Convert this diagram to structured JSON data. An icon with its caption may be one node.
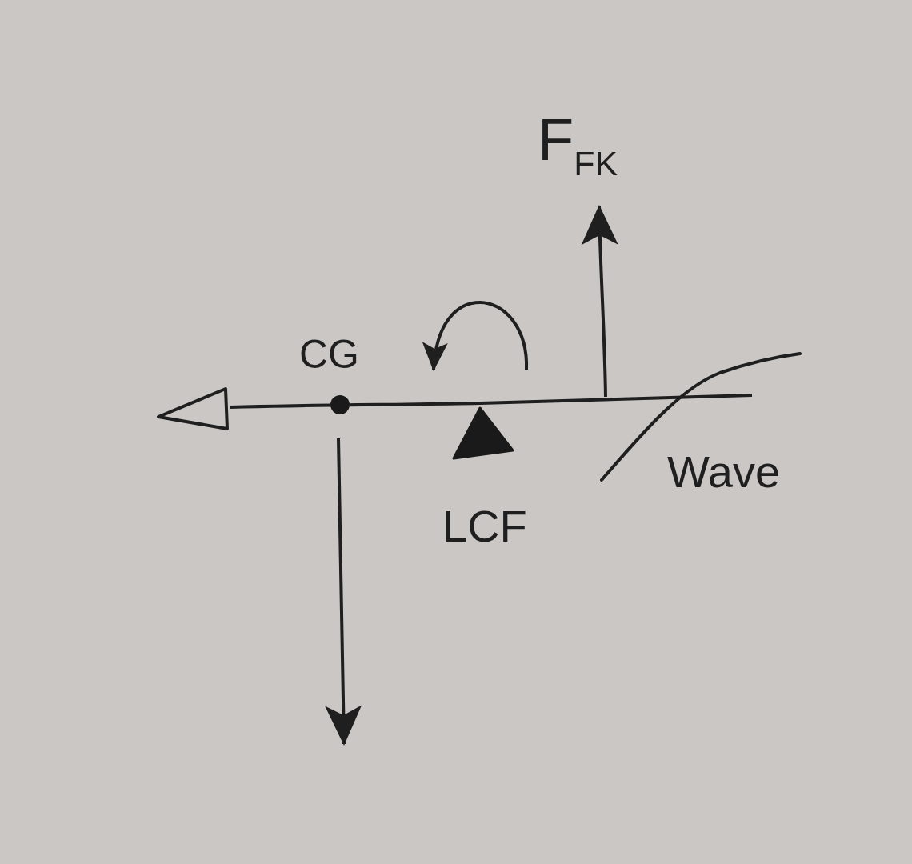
{
  "diagram": {
    "labels": [
      "F$_{FK}$",
      "CG",
      "Wave",
      "LCF"
    ]
  }
}
